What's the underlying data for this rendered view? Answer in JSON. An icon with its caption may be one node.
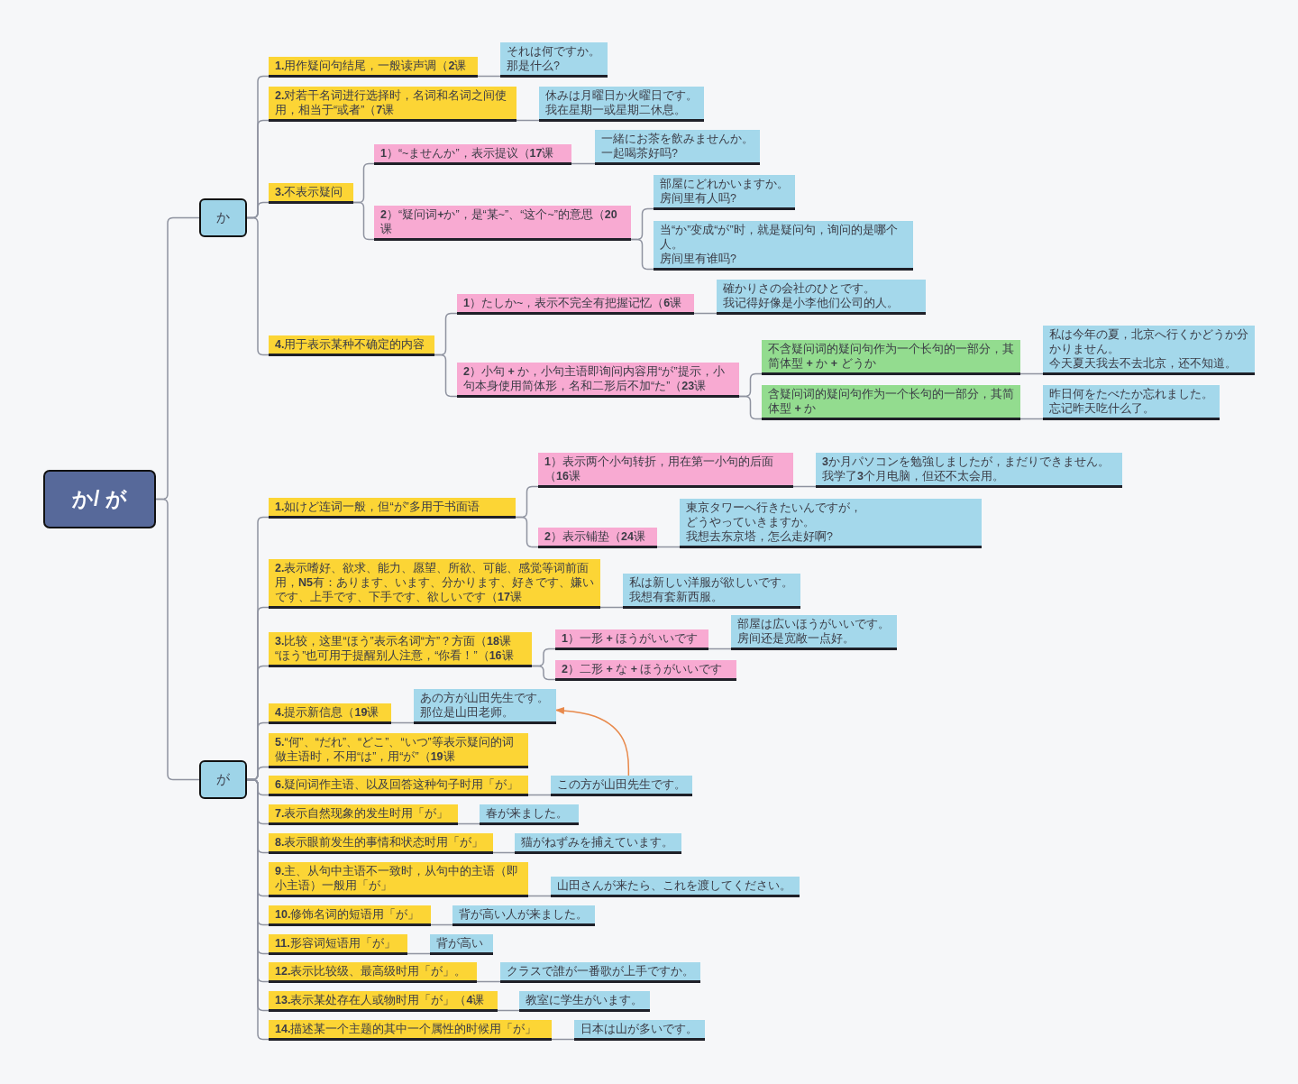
{
  "diagram": {
    "nodes": [
      {
        "text": [
          "か/ が"
        ]
      },
      {
        "text": [
          "か"
        ]
      },
      {
        "text": [
          "が"
        ]
      },
      {
        "text": [
          "**1.**用作疑问句结尾，一般读声调（**2**课"
        ]
      },
      {
        "text": [
          "それは何ですか。",
          "那是什么?"
        ]
      },
      {
        "text": [
          "**2.**对若干名词进行选择时，名词和名词之间使用，相当于“或者”（**7**课"
        ]
      },
      {
        "text": [
          "休みは月曜日か火曜日です。",
          "我在星期一或星期二休息。"
        ]
      },
      {
        "text": [
          "**3.**不表示疑问"
        ]
      },
      {
        "text": [
          "**1**）“~ませんか”，表示提议（**17**课"
        ]
      },
      {
        "text": [
          "一緒にお茶を飲みませんか。",
          "一起喝茶好吗?"
        ]
      },
      {
        "text": [
          "**2**）“疑问词**+**か”，是“某~”、“这个~”的意思（**20**课"
        ]
      },
      {
        "text": [
          "部屋にどれかいますか。",
          "房间里有人吗?"
        ]
      },
      {
        "text": [
          "当“か”变成“が”时，就是疑问句，询问的是哪个人。",
          "房间里有谁吗?"
        ]
      },
      {
        "text": [
          "**4.**用于表示某种不确定的内容"
        ]
      },
      {
        "text": [
          "**1**）たしか~，表示不完全有把握记忆（**6**课"
        ]
      },
      {
        "text": [
          "確かりさの会社のひとです。",
          "我记得好像是小李他们公司的人。"
        ]
      },
      {
        "text": [
          "**2**）小句 **+** か，小句主语即询问内容用“が”提示，小句本身使用简体形，名和二形后不加“た”（**23**课"
        ]
      },
      {
        "text": [
          "不含疑问词的疑问句作为一个长句的一部分，其简体型 **+** か **+** どうか"
        ]
      },
      {
        "text": [
          "私は今年の夏，北京へ行くかどうか分かりません。",
          "今天夏天我去不去北京，还不知道。"
        ]
      },
      {
        "text": [
          "含疑问词的疑问句作为一个长句的一部分，其简体型 **+** か"
        ]
      },
      {
        "text": [
          "昨日何をたべたか忘れました。",
          "忘记昨天吃什么了。"
        ]
      },
      {
        "text": [
          "**1.**如けど连词一般，但“が”多用于书面语"
        ]
      },
      {
        "text": [
          "**1**）表示两个小句转折，用在第一小句的后面（**16**课"
        ]
      },
      {
        "text": [
          "**3**か月パソコンを勉強しましたが，まだりできません。",
          "我学了**3**个月电脑，但还不太会用。"
        ]
      },
      {
        "text": [
          "**2**）表示铺垫（**24**课"
        ]
      },
      {
        "text": [
          "東京タワーへ行きたいんですが，",
          "どうやっていきますか。",
          "我想去东京塔，怎么走好啊?"
        ]
      },
      {
        "text": [
          "**2.**表示嗜好、欲求、能力、愿望、所欲、可能、感觉等词前面用，**N5**有：あります、います、分かります、好きです、嫌いです、上手です、下手です、欲しいです（**17**课"
        ]
      },
      {
        "text": [
          "私は新しい洋服が欲しいです。",
          "我想有套新西服。"
        ]
      },
      {
        "text": [
          "**3.**比较，这里“ほう”表示名词“方”？方面（**18**课",
          "“ほう”也可用于提醒别人注意，“你看！”（**16**课"
        ]
      },
      {
        "text": [
          "**1**）一形 **+** ほうがいいです"
        ]
      },
      {
        "text": [
          "部屋は広いほうがいいです。",
          "房间还是宽敞一点好。"
        ]
      },
      {
        "text": [
          "**2**）二形 **+** な **+** ほうがいいです"
        ]
      },
      {
        "text": [
          "**4.**提示新信息（**19**课"
        ]
      },
      {
        "text": [
          "あの方が山田先生です。",
          "那位是山田老师。"
        ]
      },
      {
        "text": [
          "**5.**“何”、“だれ”、“どこ”、“いつ”等表示疑问的词做主语时，不用“は”，用“が”（**19**课"
        ]
      },
      {
        "text": [
          "**6.**疑问词作主语、以及回答这种句子时用「が」"
        ]
      },
      {
        "text": [
          "この方が山田先生です。"
        ]
      },
      {
        "text": [
          "**7.**表示自然现象的发生时用「が」"
        ]
      },
      {
        "text": [
          "春が来ました。"
        ]
      },
      {
        "text": [
          "**8.**表示眼前发生的事情和状态时用「が」"
        ]
      },
      {
        "text": [
          "猫がねずみを捕えています。"
        ]
      },
      {
        "text": [
          "**9.**主、从句中主语不一致时，从句中的主语（即小主语）一般用「が」"
        ]
      },
      {
        "text": [
          "山田さんが来たら、これを渡してください。"
        ]
      },
      {
        "text": [
          "**10.**修饰名词的短语用「が」"
        ]
      },
      {
        "text": [
          "背が高い人が来ました。"
        ]
      },
      {
        "text": [
          "**11.**形容词短语用「が」"
        ]
      },
      {
        "text": [
          "背が高い"
        ]
      },
      {
        "text": [
          "**12.**表示比较级、最高级时用「が」。"
        ]
      },
      {
        "text": [
          "クラスで誰が一番歌が上手ですか。"
        ]
      },
      {
        "text": [
          "**13.**表示某处存在人或物时用「が」（**4**课"
        ]
      },
      {
        "text": [
          "教室に学生がいます。"
        ]
      },
      {
        "text": [
          "**14.**描述某一个主题的其中一个属性的时候用「が」"
        ]
      },
      {
        "text": [
          "日本は山が多いです。"
        ]
      }
    ],
    "edges": [
      {
        "from": 0,
        "to": 1,
        "arrow": "none"
      },
      {
        "from": 0,
        "to": 2,
        "arrow": "none"
      },
      {
        "from": 1,
        "to": 3,
        "arrow": "none"
      },
      {
        "from": 3,
        "to": 4,
        "arrow": "none"
      },
      {
        "from": 1,
        "to": 5,
        "arrow": "none"
      },
      {
        "from": 5,
        "to": 6,
        "arrow": "none"
      },
      {
        "from": 1,
        "to": 7,
        "arrow": "none"
      },
      {
        "from": 7,
        "to": 8,
        "arrow": "none"
      },
      {
        "from": 8,
        "to": 9,
        "arrow": "none"
      },
      {
        "from": 7,
        "to": 10,
        "arrow": "none"
      },
      {
        "from": 10,
        "to": 11,
        "arrow": "none"
      },
      {
        "from": 10,
        "to": 12,
        "arrow": "none"
      },
      {
        "from": 1,
        "to": 13,
        "arrow": "none"
      },
      {
        "from": 13,
        "to": 14,
        "arrow": "none"
      },
      {
        "from": 14,
        "to": 15,
        "arrow": "none"
      },
      {
        "from": 13,
        "to": 16,
        "arrow": "none"
      },
      {
        "from": 16,
        "to": 17,
        "arrow": "none"
      },
      {
        "from": 17,
        "to": 18,
        "arrow": "none"
      },
      {
        "from": 16,
        "to": 19,
        "arrow": "none"
      },
      {
        "from": 19,
        "to": 20,
        "arrow": "none"
      },
      {
        "from": 2,
        "to": 21,
        "arrow": "none"
      },
      {
        "from": 21,
        "to": 22,
        "arrow": "none"
      },
      {
        "from": 22,
        "to": 23,
        "arrow": "none"
      },
      {
        "from": 21,
        "to": 24,
        "arrow": "none"
      },
      {
        "from": 24,
        "to": 25,
        "arrow": "none"
      },
      {
        "from": 2,
        "to": 26,
        "arrow": "none"
      },
      {
        "from": 26,
        "to": 27,
        "arrow": "none"
      },
      {
        "from": 2,
        "to": 28,
        "arrow": "none"
      },
      {
        "from": 28,
        "to": 29,
        "arrow": "none"
      },
      {
        "from": 29,
        "to": 30,
        "arrow": "none"
      },
      {
        "from": 28,
        "to": 31,
        "arrow": "none"
      },
      {
        "from": 2,
        "to": 32,
        "arrow": "none"
      },
      {
        "from": 32,
        "to": 33,
        "arrow": "none"
      },
      {
        "from": 2,
        "to": 34,
        "arrow": "none"
      },
      {
        "from": 2,
        "to": 35,
        "arrow": "none"
      },
      {
        "from": 35,
        "to": 36,
        "arrow": "none"
      },
      {
        "from": 2,
        "to": 37,
        "arrow": "none"
      },
      {
        "from": 37,
        "to": 38,
        "arrow": "none"
      },
      {
        "from": 2,
        "to": 39,
        "arrow": "none"
      },
      {
        "from": 39,
        "to": 40,
        "arrow": "none"
      },
      {
        "from": 2,
        "to": 41,
        "arrow": "none"
      },
      {
        "from": 41,
        "to": 42,
        "arrow": "none"
      },
      {
        "from": 2,
        "to": 43,
        "arrow": "none"
      },
      {
        "from": 43,
        "to": 44,
        "arrow": "none"
      },
      {
        "from": 2,
        "to": 45,
        "arrow": "none"
      },
      {
        "from": 45,
        "to": 46,
        "arrow": "none"
      },
      {
        "from": 2,
        "to": 47,
        "arrow": "none"
      },
      {
        "from": 47,
        "to": 48,
        "arrow": "none"
      },
      {
        "from": 2,
        "to": 49,
        "arrow": "none"
      },
      {
        "from": 49,
        "to": 50,
        "arrow": "none"
      },
      {
        "from": 2,
        "to": 51,
        "arrow": "none"
      },
      {
        "from": 51,
        "to": 52,
        "arrow": "none"
      },
      {
        "from": 36,
        "to": 33,
        "arrow": "to",
        "color": "#e8894b"
      }
    ]
  }
}
